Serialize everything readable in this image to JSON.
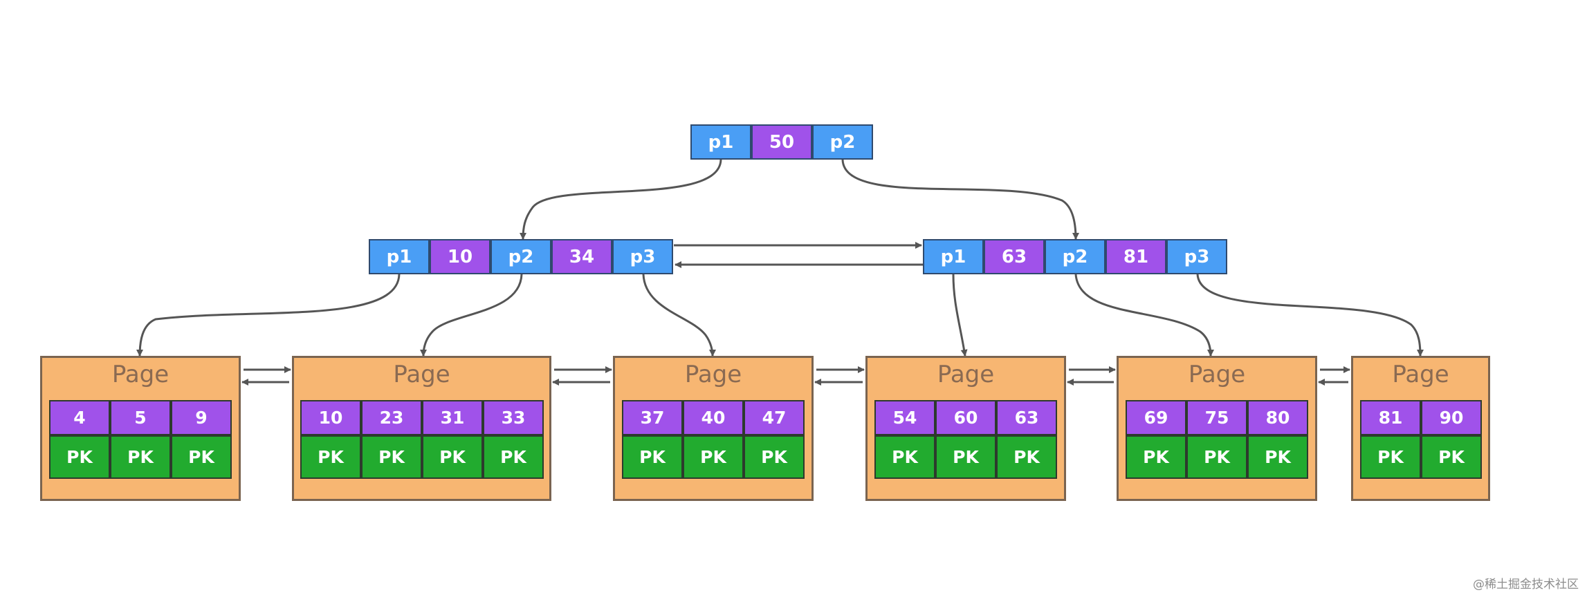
{
  "root": {
    "cells": [
      {
        "type": "ptr",
        "label": "p1"
      },
      {
        "type": "key",
        "label": "50"
      },
      {
        "type": "ptr",
        "label": "p2"
      }
    ]
  },
  "index_nodes": [
    {
      "cells": [
        {
          "type": "ptr",
          "label": "p1"
        },
        {
          "type": "key",
          "label": "10"
        },
        {
          "type": "ptr",
          "label": "p2"
        },
        {
          "type": "key",
          "label": "34"
        },
        {
          "type": "ptr",
          "label": "p3"
        }
      ]
    },
    {
      "cells": [
        {
          "type": "ptr",
          "label": "p1"
        },
        {
          "type": "key",
          "label": "63"
        },
        {
          "type": "ptr",
          "label": "p2"
        },
        {
          "type": "key",
          "label": "81"
        },
        {
          "type": "ptr",
          "label": "p3"
        }
      ]
    }
  ],
  "leaf_pages": [
    {
      "title": "Page",
      "keys": [
        "4",
        "5",
        "9"
      ],
      "rows": [
        "PK",
        "PK",
        "PK"
      ]
    },
    {
      "title": "Page",
      "keys": [
        "10",
        "23",
        "31",
        "33"
      ],
      "rows": [
        "PK",
        "PK",
        "PK",
        "PK"
      ]
    },
    {
      "title": "Page",
      "keys": [
        "37",
        "40",
        "47"
      ],
      "rows": [
        "PK",
        "PK",
        "PK"
      ]
    },
    {
      "title": "Page",
      "keys": [
        "54",
        "60",
        "63"
      ],
      "rows": [
        "PK",
        "PK",
        "PK"
      ]
    },
    {
      "title": "Page",
      "keys": [
        "69",
        "75",
        "80"
      ],
      "rows": [
        "PK",
        "PK",
        "PK"
      ]
    },
    {
      "title": "Page",
      "keys": [
        "81",
        "90"
      ],
      "rows": [
        "PK",
        "PK"
      ]
    }
  ],
  "watermark": "@稀土掘金技术社区",
  "colors": {
    "pointer": "#4a9ef5",
    "key": "#a052ea",
    "pk": "#22ab2f",
    "page": "#f7b672",
    "arrow": "#555555"
  }
}
